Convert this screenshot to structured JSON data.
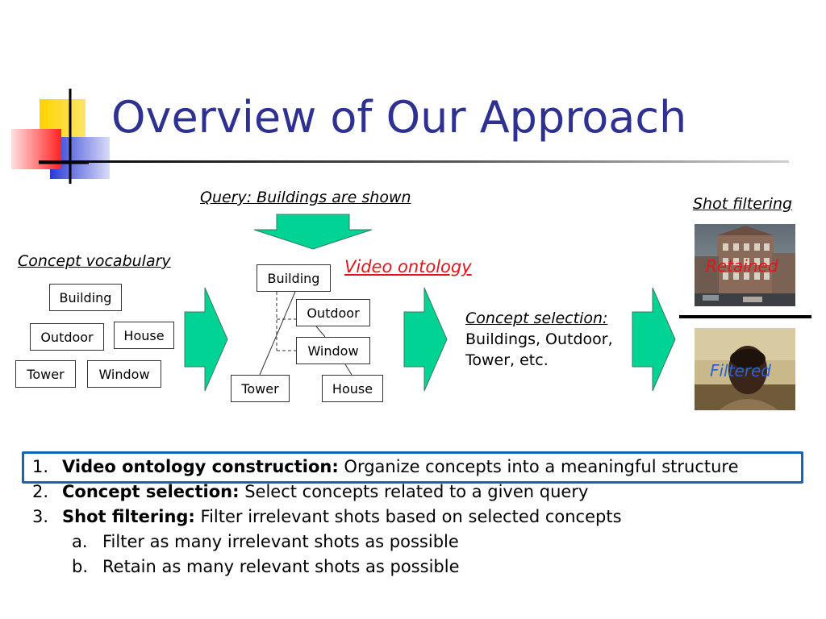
{
  "slide": {
    "title": "Overview of Our Approach"
  },
  "diagram": {
    "query_caption": "Query: Buildings are shown",
    "vocabulary_caption": "Concept vocabulary",
    "vocabulary": [
      "Building",
      "House",
      "Outdoor",
      "Tower",
      "Window"
    ],
    "ontology_caption": "Video ontology",
    "ontology_nodes": [
      "Building",
      "Outdoor",
      "Window",
      "Tower",
      "House"
    ],
    "selection_caption": "Concept selection:",
    "selection_text": [
      "Buildings, Outdoor,",
      "Tower, etc."
    ],
    "filtering_caption": "Shot filtering",
    "retained_label": "Retained",
    "filtered_label": "Filtered"
  },
  "steps": [
    {
      "num": "1.",
      "head": "Video ontology construction:",
      "text": " Organize concepts into a meaningful structure"
    },
    {
      "num": "2.",
      "head": "Concept selection:",
      "text": " Select concepts related to a given query"
    },
    {
      "num": "3.",
      "head": "Shot filtering:",
      "text": " Filter irrelevant shots based on selected concepts"
    }
  ],
  "substeps": [
    {
      "num": "a.",
      "text": "Filter as many irrelevant shots as possible"
    },
    {
      "num": "b.",
      "text": "Retain as many relevant shots as possible"
    }
  ],
  "colors": {
    "title": "#2e3192",
    "arrow": "#00d394",
    "highlight": "#1465b6",
    "ontology_caption": "#e8131a",
    "retained": "#e8131a",
    "filtered": "#2a62d8"
  }
}
